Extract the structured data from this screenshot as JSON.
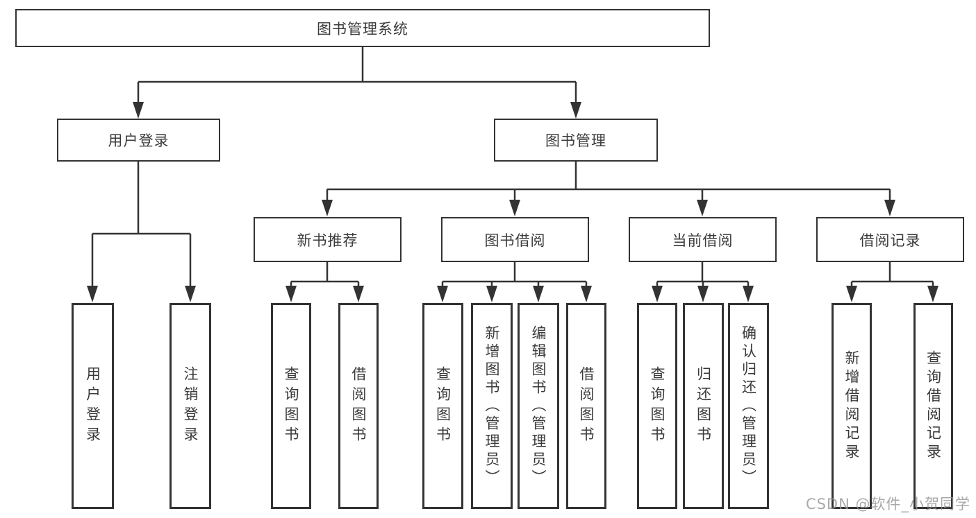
{
  "tree": {
    "root": {
      "label": "图书管理系统"
    },
    "branches": [
      {
        "label": "用户登录",
        "children": [
          {
            "label": "用户登录"
          },
          {
            "label": "注销登录"
          }
        ]
      },
      {
        "label": "图书管理",
        "children": [
          {
            "label": "新书推荐",
            "children": [
              {
                "label": "查询图书"
              },
              {
                "label": "借阅图书"
              }
            ]
          },
          {
            "label": "图书借阅",
            "children": [
              {
                "label": "查询图书"
              },
              {
                "label": "新增图书（管理员）"
              },
              {
                "label": "编辑图书（管理员）"
              },
              {
                "label": "借阅图书"
              }
            ]
          },
          {
            "label": "当前借阅",
            "children": [
              {
                "label": "查询图书"
              },
              {
                "label": "归还图书"
              },
              {
                "label": "确认归还（管理员）"
              }
            ]
          },
          {
            "label": "借阅记录",
            "children": [
              {
                "label": "新增借阅记录"
              },
              {
                "label": "查询借阅记录"
              }
            ]
          }
        ]
      }
    ]
  },
  "watermark": {
    "text": "CSDN @软件_小贺同学"
  },
  "colors": {
    "line": "#333333",
    "text": "#3a3a3a",
    "background": "#ffffff",
    "watermark": "#969696"
  }
}
